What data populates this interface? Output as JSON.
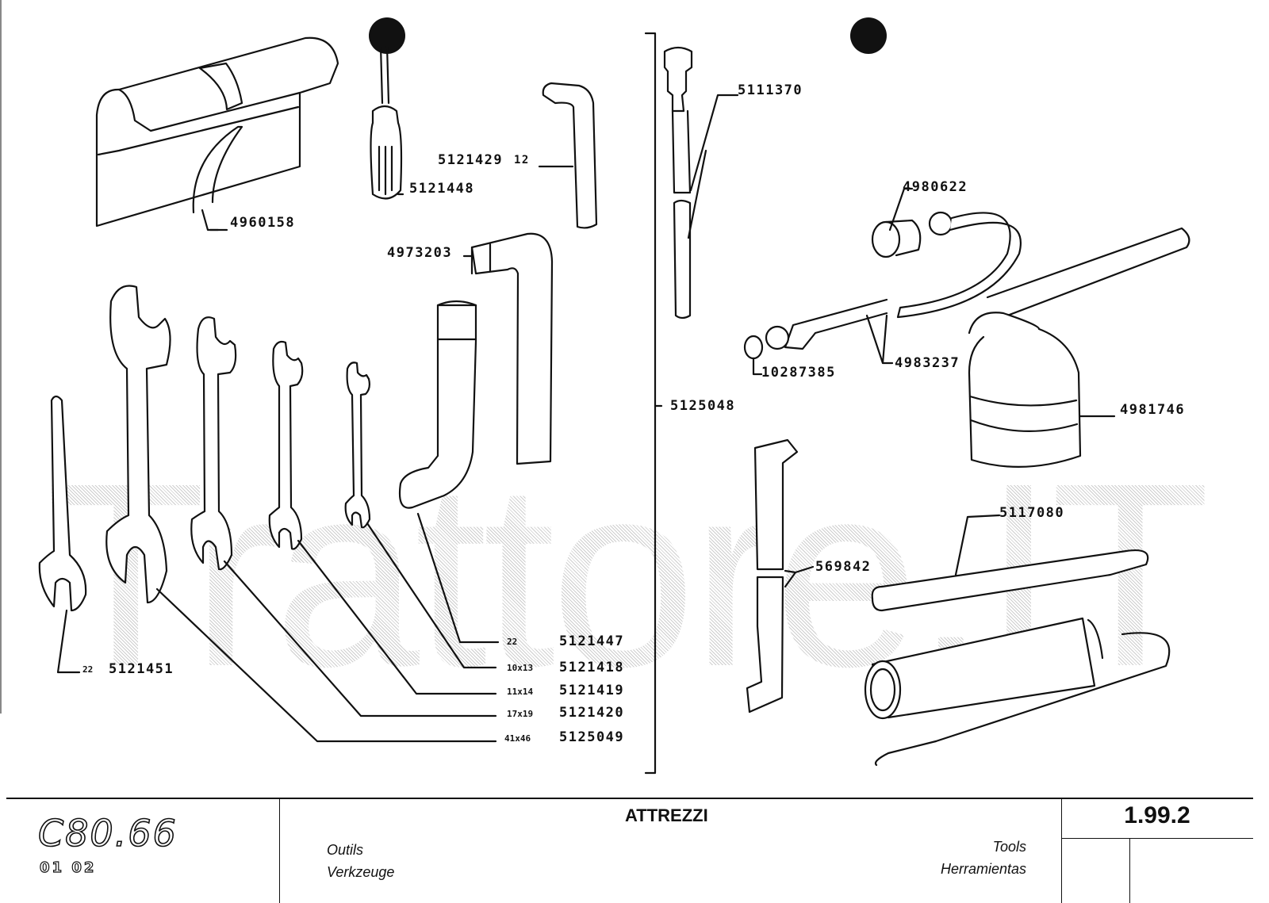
{
  "watermark": "Trattore.IT",
  "parts": {
    "tool_bag": "4960158",
    "screwdriver": "5121448",
    "hex_key_12_code": "5121429",
    "hex_key_12_size": "12",
    "hex_key_large": "4973203",
    "wrench_single_22_size": "22",
    "wrench_single_22_code": "5121451",
    "box_spanner_size": "22",
    "box_spanner_code": "5121447",
    "wrench_10x13_size": "10x13",
    "wrench_10x13_code": "5121418",
    "wrench_11x14_size": "11x14",
    "wrench_11x14_code": "5121419",
    "wrench_17x19_size": "17x19",
    "wrench_17x19_code": "5121420",
    "wrench_41x46_size": "41x46",
    "wrench_41x46_code": "5125049",
    "tyre_inflator": "5111370",
    "group_bracket": "5125048",
    "adapter": "4980622",
    "washer": "10287385",
    "hose": "4983237",
    "oil_can": "4981746",
    "tyre_lever": "569842",
    "grease_gun": "5117080"
  },
  "title_block": {
    "model": "C80.66",
    "model_sub": "01 02",
    "title_it": "ATTREZZI",
    "title_fr": "Outils",
    "title_de": "Verkzeuge",
    "title_en": "Tools",
    "title_es": "Herramientas",
    "page_number": "1.99.2"
  }
}
